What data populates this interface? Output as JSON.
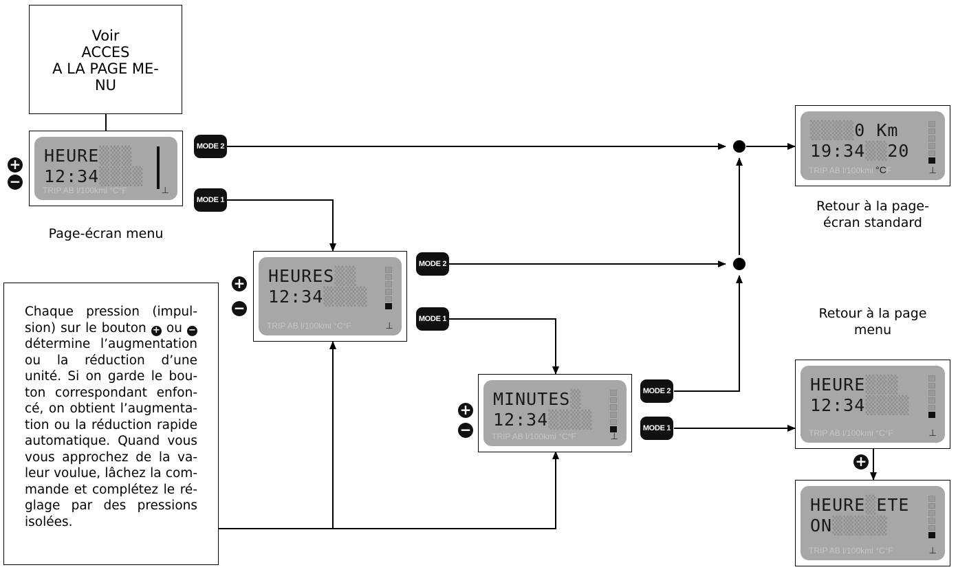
{
  "top_note": {
    "lines": [
      "Voir",
      "ACCES",
      "A LA PAGE ME-",
      "NU"
    ]
  },
  "info_note": {
    "text_before_plus": "Chaque pression (impul­sion) sur le bouton ",
    "plus_symbol": "+",
    "text_between": " ou ",
    "minus_symbol": "−",
    "text_after_minus": " détermine l’augmenta­tion ou la réduction d’une unité. Si on garde le bou­ton correspondant enfon­cé, on obtient l’augmenta­tion ou la réduction rapide automatique. Quand vous vous approchez de la va­leur voulue, lâchez la com­mande et complétez le ré­glage par des pressions iso­lées."
  },
  "captions": {
    "menu_screen": "Page-écran menu",
    "return_standard": "Retour à la page-écran standard",
    "return_standard_l1": "Retour à la page-",
    "return_standard_l2": "écran standard",
    "return_menu_l1": "Retour à la page",
    "return_menu_l2": "menu"
  },
  "buttons": {
    "mode2": "MODE 2",
    "mode1": "MODE 1",
    "plus": "+",
    "minus": "−"
  },
  "screens": {
    "menu": {
      "line1": "HEURE",
      "line2": "12:34"
    },
    "heures": {
      "line1": "HEURES",
      "line2": "12:34"
    },
    "minutes": {
      "line1": "MINUTES",
      "line2": "12:34"
    },
    "menu_return": {
      "line1": "HEURE",
      "line2": "12:34"
    },
    "heure_ete": {
      "line1a": "HEURE",
      "line1b": "ETE",
      "line2": "ON"
    },
    "standard": {
      "line1": "0 Km",
      "line2a": "19:34",
      "line2b": "20"
    }
  },
  "lcd_footer": {
    "trip": "TRIP AB l/100kmi",
    "units": "°C°F",
    "units_celsius": "°C",
    "units_f": "F"
  }
}
